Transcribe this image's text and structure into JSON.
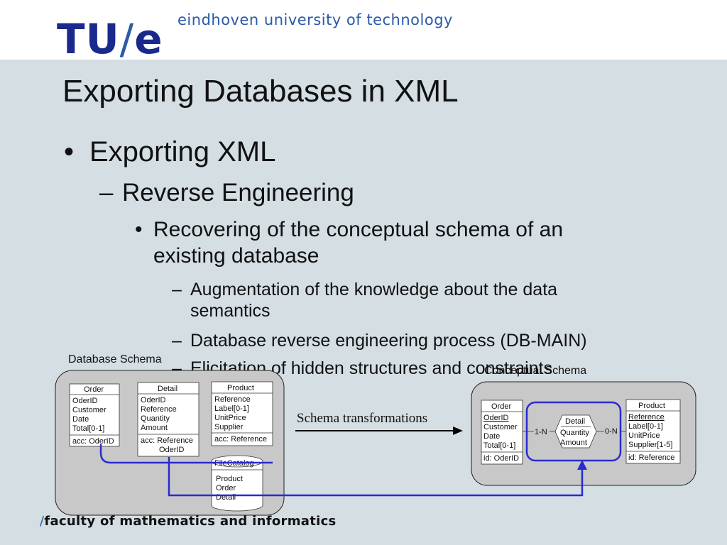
{
  "header": {
    "logo_main": "TU",
    "logo_slash": "/",
    "logo_end": "e",
    "university": "eindhoven university of technology"
  },
  "slide": {
    "title": "Exporting Databases in XML",
    "bullet1": "Exporting XML",
    "bullet2": "Reverse Engineering",
    "bullet3_line1": "Recovering of the conceptual schema of an",
    "bullet3_line2": "existing database",
    "sub1_line1": "Augmentation of the knowledge about the data",
    "sub1_line2": "semantics",
    "sub2": "Database reverse engineering process (DB-MAIN)",
    "sub3": "Elicitation of hidden structures and constraints",
    "bullet_dot": "•",
    "dash": "–"
  },
  "diagram": {
    "db_label": "Database Schema",
    "cs_label": "Conceptual Schema",
    "transform_label": "Schema transformations",
    "order": {
      "name": "Order",
      "fields": [
        "OderID",
        "Customer",
        "Date",
        "Total[0-1]"
      ],
      "key": "acc: OderID"
    },
    "detail": {
      "name": "Detail",
      "fields": [
        "OderID",
        "Reference",
        "Quantity",
        "Amount"
      ],
      "key1": "acc: Reference",
      "key2": "OderID"
    },
    "product": {
      "name": "Product",
      "fields": [
        "Reference",
        "Label[0-1]",
        "UnitPrice",
        "Supplier"
      ],
      "key": "acc: Reference"
    },
    "filecatalog": {
      "name": "FileCatalog",
      "items": [
        "Product",
        "Order",
        "Detail"
      ]
    },
    "c_order": {
      "name": "Order",
      "fields": [
        "OderID",
        "Customer",
        "Date",
        "Total[0-1]"
      ],
      "key": "id: OderID"
    },
    "c_detail": {
      "name": "Detail",
      "fields": [
        "Quantity",
        "Amount"
      ],
      "left_card": "1-N",
      "right_card": "0-N"
    },
    "c_product": {
      "name": "Product",
      "fields": [
        "Reference",
        "Label[0-1]",
        "UnitPrice",
        "Supplier[1-5]"
      ],
      "key": "id: Reference"
    }
  },
  "footer": {
    "slash": "/",
    "text": "faculty of mathematics and informatics"
  }
}
